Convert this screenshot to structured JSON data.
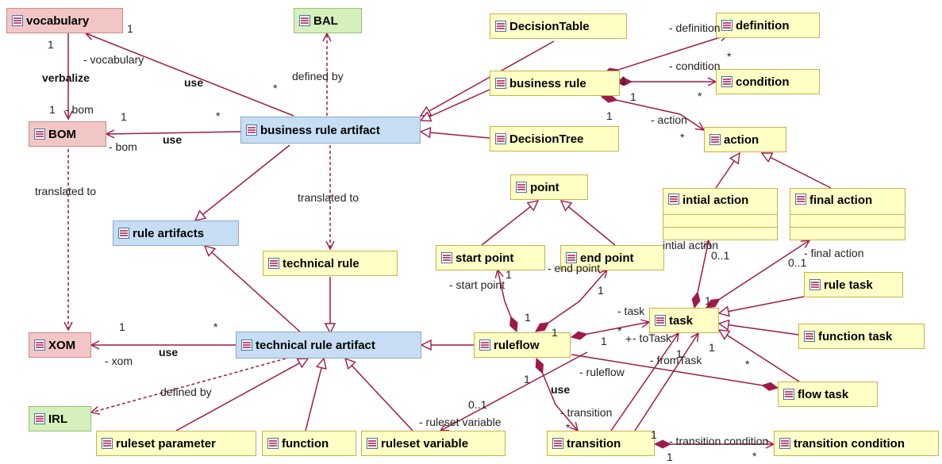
{
  "colors": {
    "edge": "#a0184a",
    "class_yellow": "#ffffc6",
    "class_blue": "#c6ddf3",
    "class_red": "#f3c6c6",
    "class_green": "#d5f0bc"
  },
  "classes": {
    "vocabulary": "vocabulary",
    "bal": "BAL",
    "decision_table": "DecisionTable",
    "definition": "definition",
    "business_rule": "business rule",
    "condition": "condition",
    "bom": "BOM",
    "business_rule_artifact": "business rule artifact",
    "decision_tree": "DecisionTree",
    "action": "action",
    "point": "point",
    "intial_action": "intial action",
    "final_action": "final action",
    "rule_artifacts": "rule artifacts",
    "start_point": "start point",
    "end_point": "end point",
    "technical_rule": "technical rule",
    "rule_task": "rule task",
    "xom": "XOM",
    "technical_rule_artifact": "technical rule artifact",
    "ruleflow": "ruleflow",
    "task": "task",
    "function_task": "function task",
    "flow_task": "flow task",
    "irl": "IRL",
    "ruleset_parameter": "ruleset parameter",
    "function": "function",
    "ruleset_variable": "ruleset variable",
    "transition": "transition",
    "transition_condition": "transition condition"
  },
  "labels": {
    "m_vocab_1": "1",
    "m_vocab_bal_1": "1",
    "vocabulary_role": "- vocabulary",
    "verbalize": "verbalize",
    "use_1": "use",
    "defined_by_1": "defined by",
    "star_bra_1": "*",
    "bom_1": "1",
    "bom_role": "- bom",
    "m_bom_1": "1",
    "star_bra_2": "*",
    "use_2": "use",
    "bom_role_2": "- bom",
    "translated_to_1": "translated to",
    "translated_to_2": "translated to",
    "definition_role": "- definition",
    "star_def": "*",
    "condition_role": "- condition",
    "m_br_1a": "1",
    "m_br_1b": "1",
    "star_cond": "*",
    "m_br_1c": "1",
    "action_role": "- action",
    "star_action": "*",
    "intial_action_role": "intial action",
    "m_ia": "0..1",
    "final_action_role": "- final action",
    "m_fa": "0..1",
    "start_point_role": "- start point",
    "m_sp": "1",
    "end_point_role": "- end point",
    "m_ep": "1",
    "m_rf_sp": "1",
    "m_rf_ep": "1",
    "task_role": "- task",
    "m_task_1": "1",
    "star_task": "*",
    "m_rf_task": "1",
    "to_task_role": "- toTask",
    "plus": "+",
    "from_task_role": "- fromTask",
    "m_task_from": "1",
    "m_task_to": "1",
    "star_flow": "*",
    "m_xom_1": "1",
    "star_tra": "*",
    "use_3": "use",
    "xom_role": "- xom",
    "defined_by_2": "defined by",
    "m_rf_1": "1",
    "ruleflow_role": "- ruleflow",
    "use_4": "use",
    "m_rv": "0..1",
    "ruleset_variable_role": "- ruleset variable",
    "transition_role": "- transition",
    "star_tr": "*",
    "m_tr_1": "1",
    "transition_condition_role": "- transition condition",
    "m_tc_1": "1",
    "star_tc": "*"
  }
}
